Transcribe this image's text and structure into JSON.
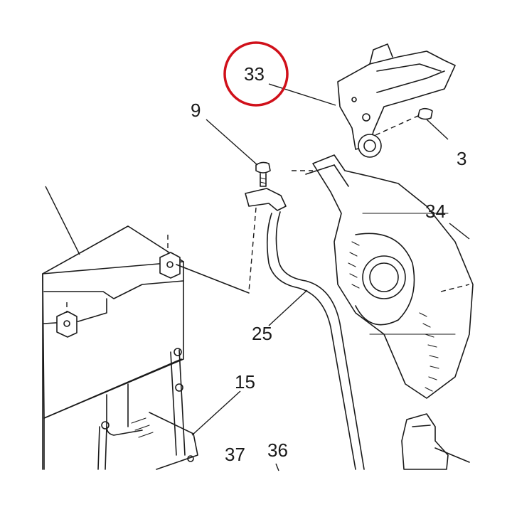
{
  "callouts": {
    "c33": "33",
    "c9": "9",
    "c3": "3",
    "c34": "34",
    "c25": "25",
    "c15": "15",
    "c37": "37",
    "c36": "36"
  },
  "highlight": {
    "target_callout": "33",
    "color": "#d0101a"
  },
  "colors": {
    "line": "#1a1a1a",
    "background": "#ffffff"
  }
}
